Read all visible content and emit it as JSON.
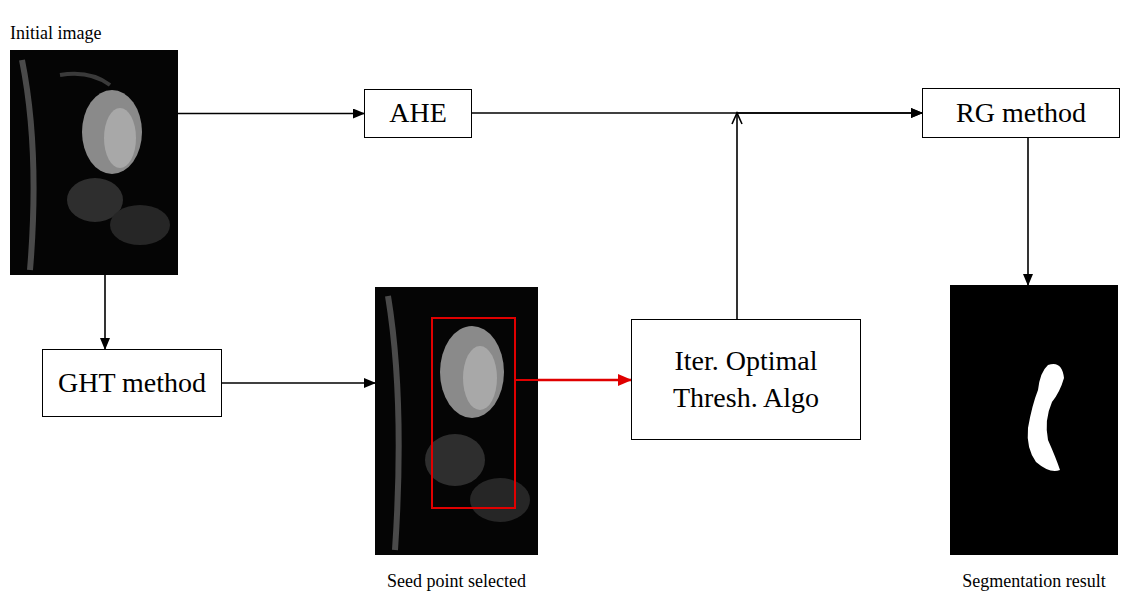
{
  "diagram": {
    "nodes": [
      {
        "text": [
          "Initial image"
        ]
      },
      {
        "text": [
          "AHE"
        ]
      },
      {
        "text": [
          "RG method"
        ]
      },
      {
        "text": [
          "GHT method"
        ]
      },
      {
        "text": [
          "Seed point selected"
        ]
      },
      {
        "text": [
          "Iter. Optimal Thresh. Algo"
        ]
      },
      {
        "text": [
          "Segmentation result"
        ]
      }
    ],
    "edges": [
      {
        "from": 0,
        "to": 1,
        "arrow": "to"
      },
      {
        "from": 1,
        "to": 2,
        "arrow": "to"
      },
      {
        "from": 0,
        "to": 3,
        "arrow": "to"
      },
      {
        "from": 3,
        "to": 4,
        "arrow": "to"
      },
      {
        "from": 4,
        "to": 5,
        "arrow": "to"
      },
      {
        "from": 5,
        "to": 2,
        "arrow": "to"
      },
      {
        "from": 2,
        "to": 6,
        "arrow": "to"
      }
    ]
  }
}
